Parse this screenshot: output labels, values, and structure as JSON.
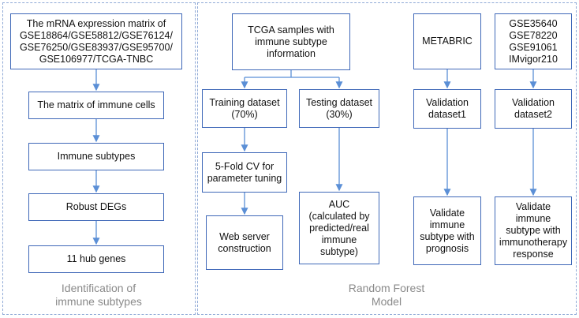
{
  "panels": {
    "left": {
      "title": "Identification of\nimmune subtypes"
    },
    "right": {
      "title": "Random Forest\nModel"
    }
  },
  "boxes": {
    "mrna_matrix": "The mRNA expression matrix of\nGSE18864/GSE58812/GSE76124/\nGSE76250/GSE83937/GSE95700/\nGSE106977/TCGA-TNBC",
    "immune_cells": "The matrix of immune cells",
    "immune_subtypes": "Immune  subtypes",
    "robust_degs": "Robust DEGs",
    "hub_genes": "11 hub genes",
    "tcga_samples": "TCGA samples with\nimmune subtype\ninformation",
    "training": "Training dataset\n(70%)",
    "testing": "Testing dataset\n(30%)",
    "cv": "5-Fold CV for\nparameter tuning",
    "web_server": "Web server\nconstruction",
    "auc": "AUC\n(calculated by\npredicted/real\nimmune\nsubtype)",
    "metabric": "METABRIC",
    "validation1": "Validation\ndataset1",
    "validate_prognosis": "Validate\nimmune\nsubtype with\nprognosis",
    "gse_list": "GSE35640\nGSE78220\nGSE91061\nIMvigor210",
    "validation2": "Validation\ndataset2",
    "validate_immuno": "Validate\nimmune\nsubtype with\nimmunotherapy\nresponse"
  },
  "colors": {
    "box_border": "#3f68b8",
    "arrow": "#5b8fd6",
    "panel_border": "#8fa9d6",
    "title_text": "#8a8a8a"
  }
}
